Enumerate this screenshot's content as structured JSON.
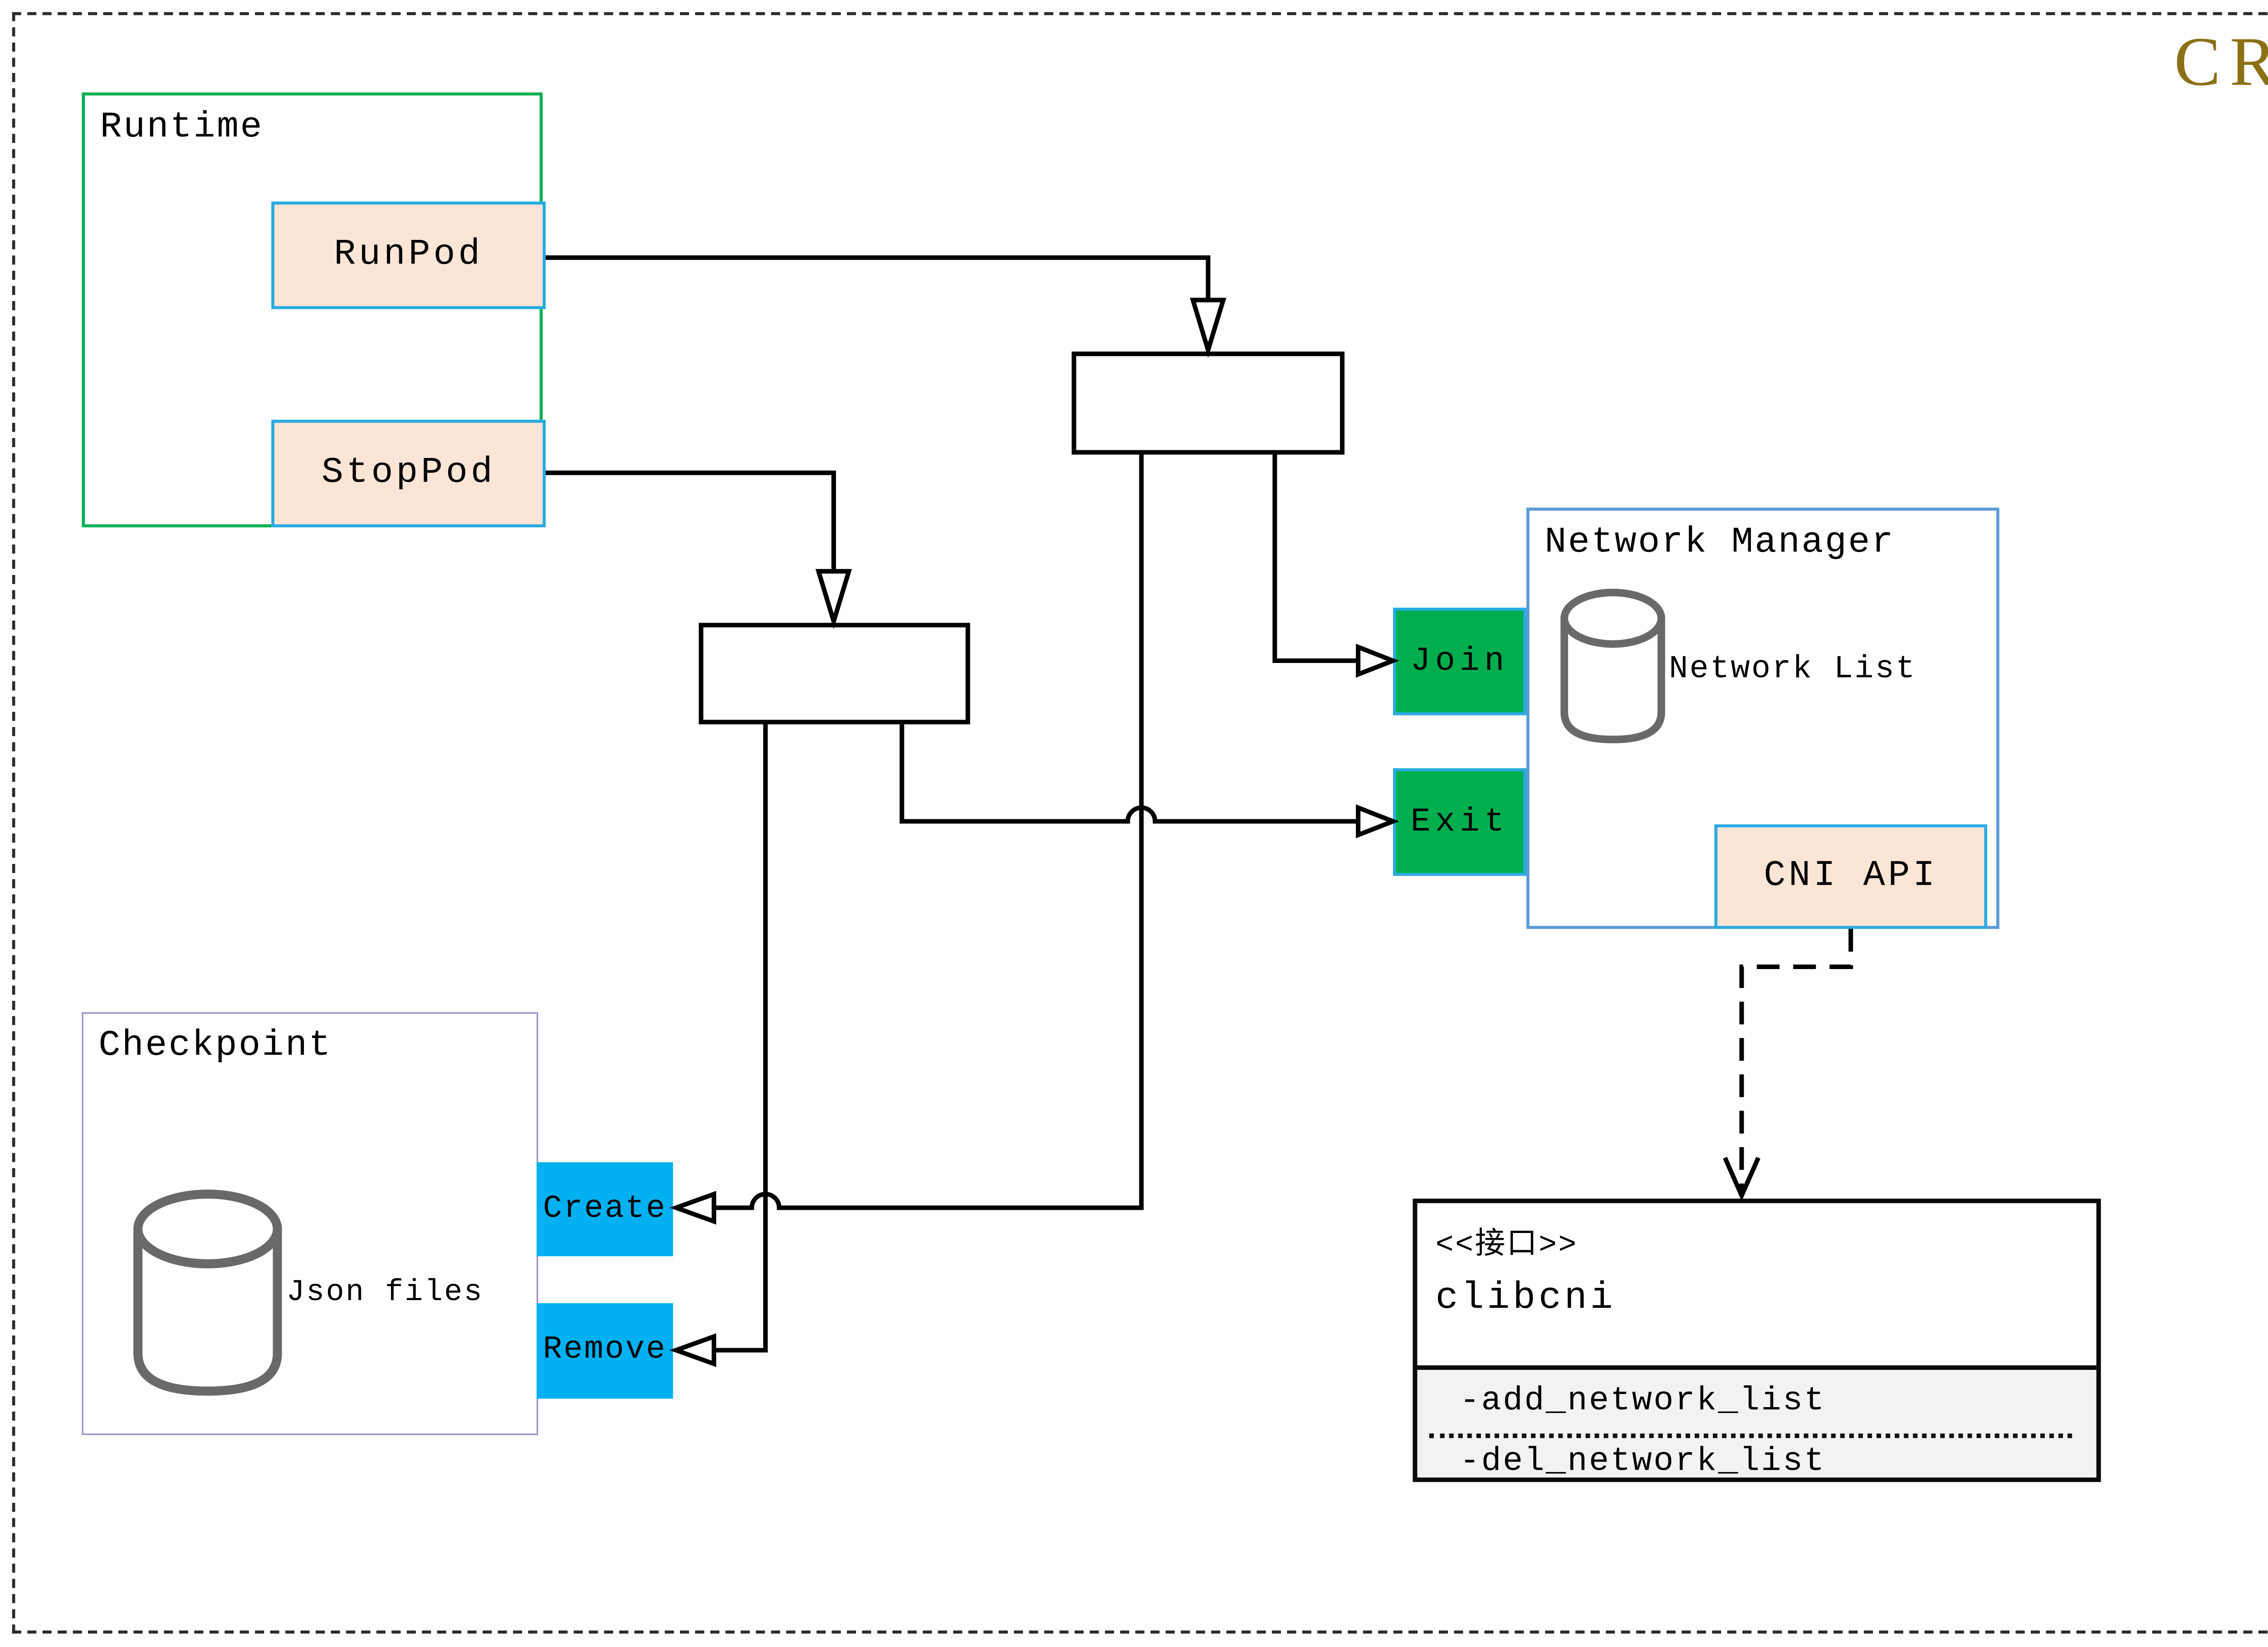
{
  "badge": {
    "title": "CRI"
  },
  "nodes": {
    "runtime": {
      "label": "Runtime"
    },
    "runpod": {
      "label": "RunPod"
    },
    "stoppod": {
      "label": "StopPod"
    },
    "network_manager": {
      "label": "Network Manager"
    },
    "network_list": {
      "label": "Network List"
    },
    "join": {
      "label": "Join"
    },
    "exit": {
      "label": "Exit"
    },
    "cni_api": {
      "label": "CNI API"
    },
    "checkpoint": {
      "label": "Checkpoint"
    },
    "json_files": {
      "label": "Json files"
    },
    "create": {
      "label": "Create"
    },
    "remove": {
      "label": "Remove"
    },
    "clibcni": {
      "stereotype": "<<接口>>",
      "name": "clibcni",
      "methods": [
        "-add_network_list",
        "-del_network_list"
      ]
    }
  },
  "colors": {
    "cri_gold": "#8B7014",
    "runtime_border": "#00B052",
    "checkpoint_border": "#9E8FC0",
    "network_manager_border": "#5B9BD5",
    "api_fill": "#FBE5D6",
    "api_border": "#29ABE2",
    "action_green": "#00AE4E",
    "action_blue": "#00B0F0",
    "cylinder_gray": "#696969",
    "methods_bg": "#F2F2F2"
  }
}
